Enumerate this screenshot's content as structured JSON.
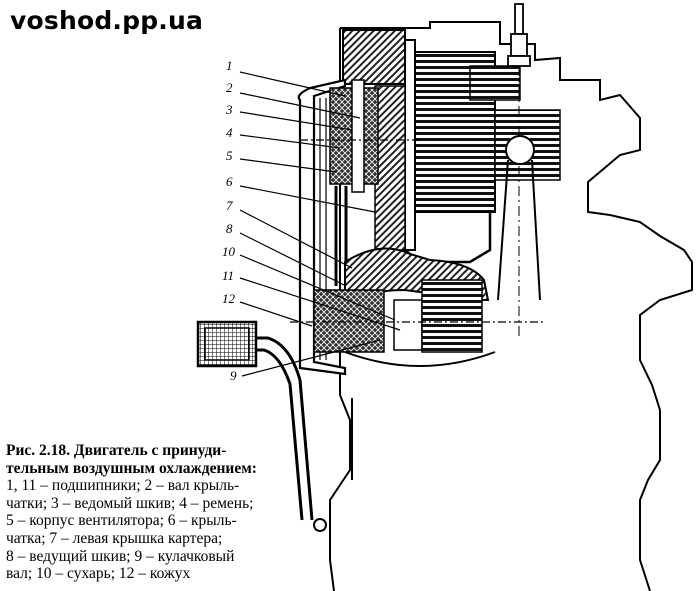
{
  "watermark": "voshod.pp.ua",
  "caption": {
    "title_lines": [
      "Рис. 2.18. Двигатель с принуди-",
      "тельным воздушным охлаждением:"
    ],
    "body_lines": [
      "1, 11 – подшипники; 2 – вал крыль-",
      "чатки; 3 – ведомый шкив; 4 – ремень;",
      "5 – корпус вентилятора; 6 – крыль-",
      "чатка; 7 – левая крышка картера;",
      "8 – ведущий шкив; 9 – кулачковый",
      "вал; 10 – сухарь; 12 – кожух"
    ]
  },
  "callouts": [
    "1",
    "2",
    "3",
    "4",
    "5",
    "6",
    "7",
    "8",
    "10",
    "11",
    "12",
    "9"
  ],
  "colors": {
    "ink": "#000000",
    "paper": "#ffffff"
  }
}
